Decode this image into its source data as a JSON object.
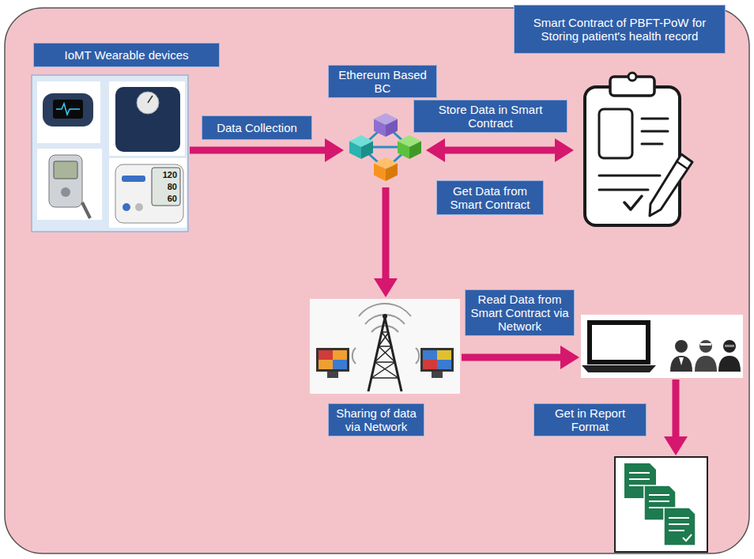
{
  "diagram": {
    "nodes": [
      {
        "text": [
          "IoMT Wearable devices"
        ]
      },
      {
        "text": [
          "Ethereum Based BC"
        ]
      },
      {
        "text": [
          "Smart Contract of PBFT-PoW for Storing patient's health record"
        ]
      },
      {
        "text": [
          "Sharing of data via Network"
        ]
      },
      {
        "text": []
      },
      {
        "text": []
      }
    ],
    "edges": [
      {
        "from": 0,
        "to": 1,
        "arrow": "to",
        "label": "Data Collection"
      },
      {
        "from": 1,
        "to": 2,
        "arrow": "both",
        "label": "Store Data in Smart Contract"
      },
      {
        "from": 1,
        "to": 3,
        "arrow": "to"
      },
      {
        "from": 3,
        "to": 4,
        "arrow": "to",
        "label": "Read Data from Smart Contract via Network"
      },
      {
        "from": 4,
        "to": 5,
        "arrow": "to",
        "label": "Get in Report Format"
      }
    ],
    "labels": [
      "Get Data from Smart Contract",
      "120",
      "80",
      "60"
    ]
  }
}
